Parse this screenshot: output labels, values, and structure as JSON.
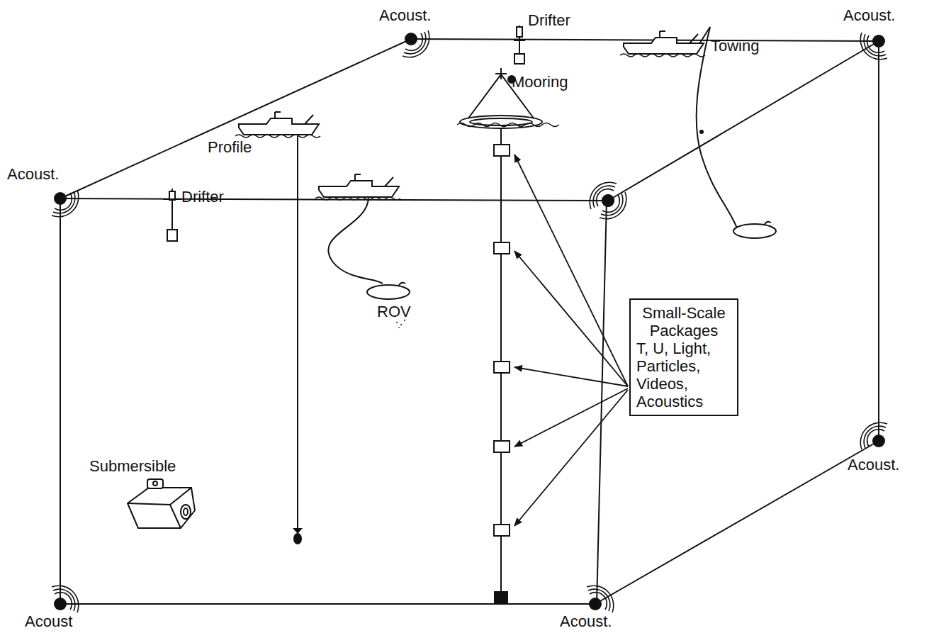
{
  "diagram": {
    "nodes": [
      {
        "text": [
          "Small-Scale Packages",
          "T, U, Light, Particles, Videos, Acoustics"
        ]
      }
    ],
    "labels": [
      "Acoust.",
      "Drifter",
      "Acoust.",
      "Towing",
      "Mooring",
      "Profile",
      "Acoust.",
      "Drifter",
      "ROV",
      "Submersible",
      "Acoust.",
      "Acoust",
      "Acoust."
    ]
  }
}
